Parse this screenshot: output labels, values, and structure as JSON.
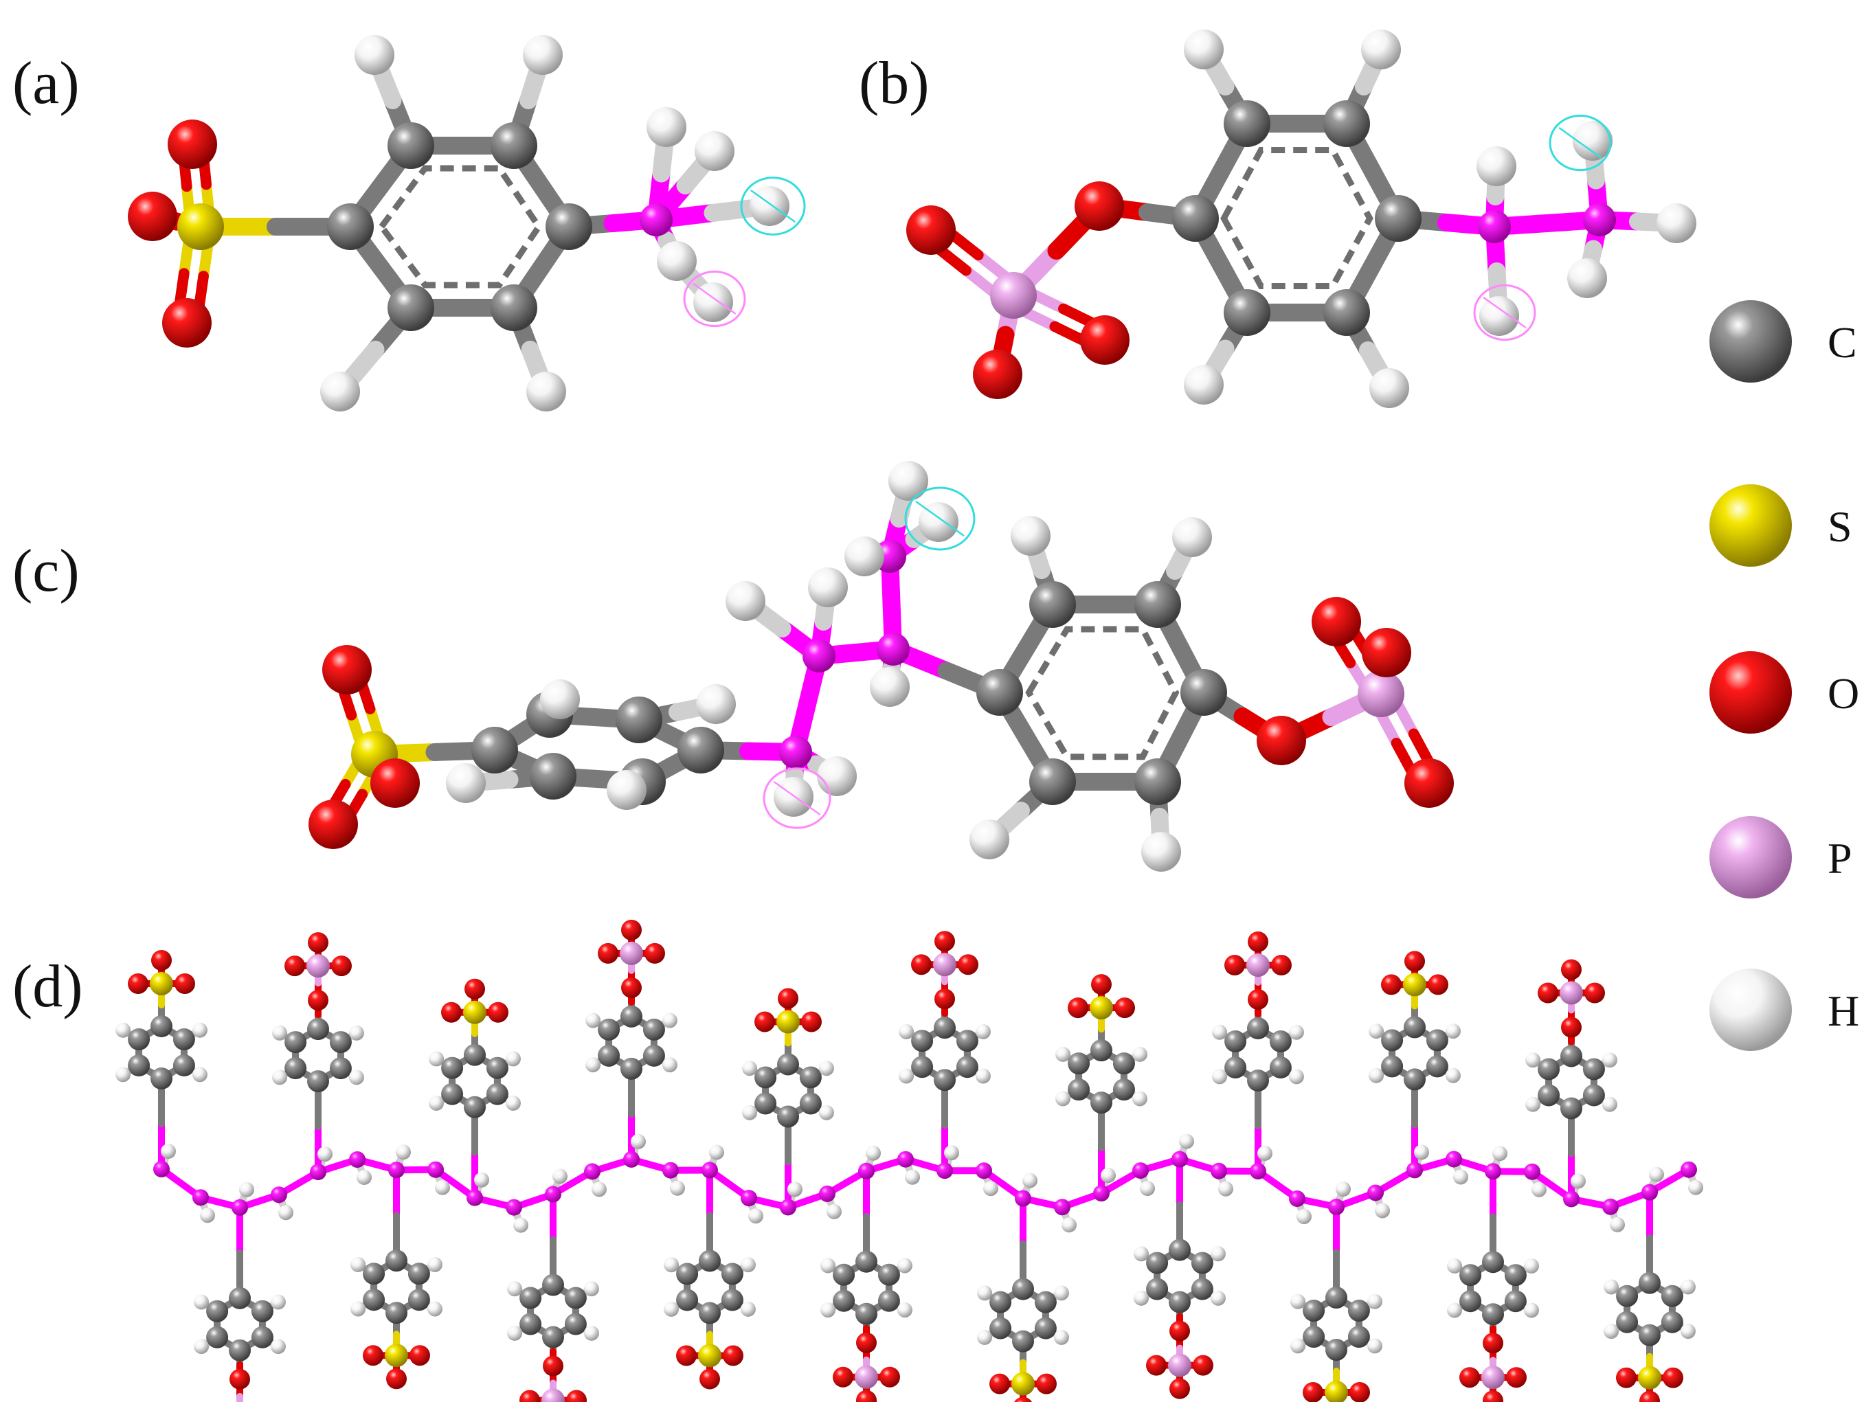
{
  "figure": {
    "panels": [
      {
        "id": "a",
        "label": "(a)"
      },
      {
        "id": "b",
        "label": "(b)"
      },
      {
        "id": "c",
        "label": "(c)"
      },
      {
        "id": "d",
        "label": "(d)"
      }
    ],
    "legend": [
      {
        "symbol": "C",
        "color": "#6b6b6b"
      },
      {
        "symbol": "S",
        "color": "#e6d300"
      },
      {
        "symbol": "O",
        "color": "#e00000"
      },
      {
        "symbol": "P",
        "color": "#e6a0e6"
      },
      {
        "symbol": "H",
        "color": "#f2f2f2"
      }
    ]
  },
  "colors": {
    "carbon": "#6b6b6b",
    "sulfur": "#e6d300",
    "oxygen": "#e00000",
    "phosphorus": "#e6a0e6",
    "hydrogen": "#f2f2f2",
    "backbone": "#ff00ff",
    "select_cyan": "#33dddd",
    "select_pink": "#ff88ff"
  }
}
